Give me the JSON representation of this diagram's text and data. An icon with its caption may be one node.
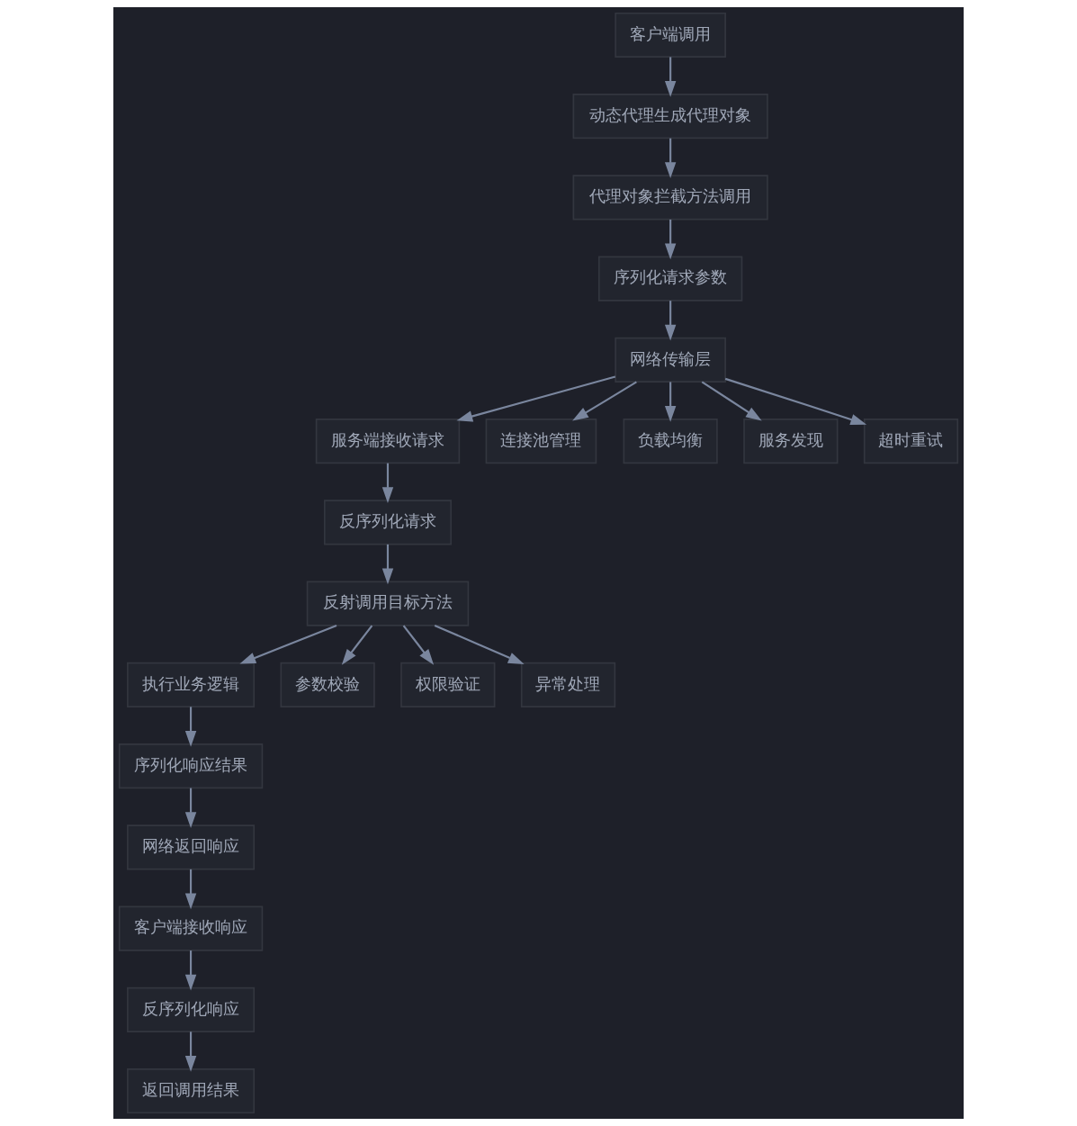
{
  "diagram": {
    "nodes": [
      {
        "text": [
          "客户端调用"
        ]
      },
      {
        "text": [
          "动态代理生成代理对象"
        ]
      },
      {
        "text": [
          "代理对象拦截方法调用"
        ]
      },
      {
        "text": [
          "序列化请求参数"
        ]
      },
      {
        "text": [
          "网络传输层"
        ]
      },
      {
        "text": [
          "服务端接收请求"
        ]
      },
      {
        "text": [
          "连接池管理"
        ]
      },
      {
        "text": [
          "负载均衡"
        ]
      },
      {
        "text": [
          "服务发现"
        ]
      },
      {
        "text": [
          "超时重试"
        ]
      },
      {
        "text": [
          "反序列化请求"
        ]
      },
      {
        "text": [
          "反射调用目标方法"
        ]
      },
      {
        "text": [
          "执行业务逻辑"
        ]
      },
      {
        "text": [
          "参数校验"
        ]
      },
      {
        "text": [
          "权限验证"
        ]
      },
      {
        "text": [
          "异常处理"
        ]
      },
      {
        "text": [
          "序列化响应结果"
        ]
      },
      {
        "text": [
          "网络返回响应"
        ]
      },
      {
        "text": [
          "客户端接收响应"
        ]
      },
      {
        "text": [
          "反序列化响应"
        ]
      },
      {
        "text": [
          "返回调用结果"
        ]
      }
    ],
    "edges": [
      {
        "from": 0,
        "to": 1,
        "arrow": "to"
      },
      {
        "from": 1,
        "to": 2,
        "arrow": "to"
      },
      {
        "from": 2,
        "to": 3,
        "arrow": "to"
      },
      {
        "from": 3,
        "to": 4,
        "arrow": "to"
      },
      {
        "from": 4,
        "to": 5,
        "arrow": "to"
      },
      {
        "from": 4,
        "to": 6,
        "arrow": "to"
      },
      {
        "from": 4,
        "to": 7,
        "arrow": "to"
      },
      {
        "from": 4,
        "to": 8,
        "arrow": "to"
      },
      {
        "from": 4,
        "to": 9,
        "arrow": "to"
      },
      {
        "from": 5,
        "to": 10,
        "arrow": "to"
      },
      {
        "from": 10,
        "to": 11,
        "arrow": "to"
      },
      {
        "from": 11,
        "to": 12,
        "arrow": "to"
      },
      {
        "from": 11,
        "to": 13,
        "arrow": "to"
      },
      {
        "from": 11,
        "to": 14,
        "arrow": "to"
      },
      {
        "from": 11,
        "to": 15,
        "arrow": "to"
      },
      {
        "from": 12,
        "to": 16,
        "arrow": "to"
      },
      {
        "from": 16,
        "to": 17,
        "arrow": "to"
      },
      {
        "from": 17,
        "to": 18,
        "arrow": "to"
      },
      {
        "from": 18,
        "to": 19,
        "arrow": "to"
      },
      {
        "from": 19,
        "to": 20,
        "arrow": "to"
      }
    ]
  }
}
